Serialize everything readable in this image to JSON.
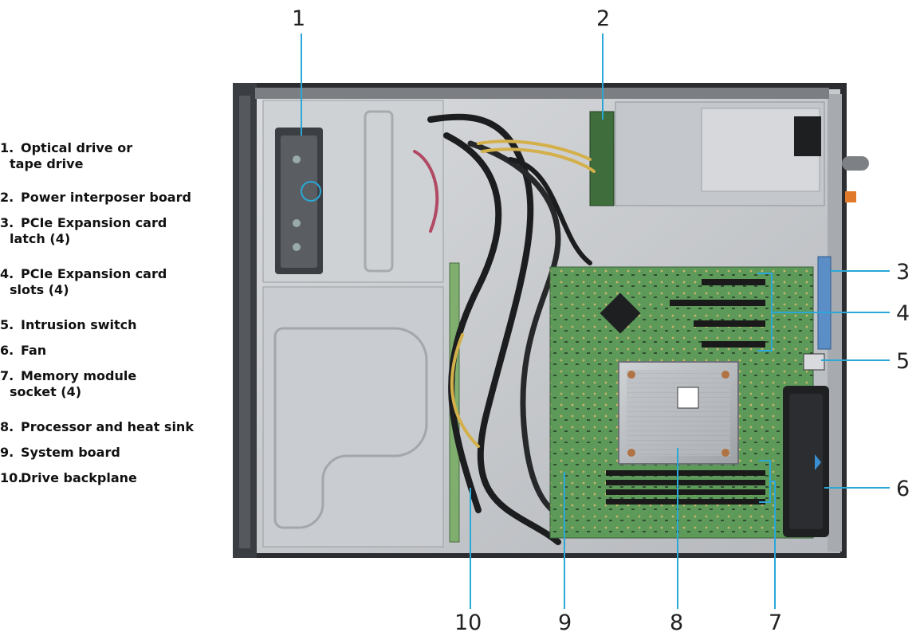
{
  "callouts": [
    "1",
    "2",
    "3",
    "4",
    "5",
    "6",
    "7",
    "8",
    "9",
    "10"
  ],
  "legend": [
    {
      "num": "1.",
      "lines": [
        "Optical drive or",
        "tape drive"
      ]
    },
    {
      "num": "2.",
      "lines": [
        "Power interposer board"
      ]
    },
    {
      "num": "3.",
      "lines": [
        "PCIe Expansion card",
        "latch (4)"
      ]
    },
    {
      "num": "4.",
      "lines": [
        "PCIe Expansion card",
        "slots (4)"
      ]
    },
    {
      "num": "5.",
      "lines": [
        "Intrusion switch"
      ]
    },
    {
      "num": "6.",
      "lines": [
        "Fan"
      ]
    },
    {
      "num": "7.",
      "lines": [
        "Memory module",
        "socket (4)"
      ]
    },
    {
      "num": "8.",
      "lines": [
        "Processor and heat sink"
      ]
    },
    {
      "num": "9.",
      "lines": [
        "System board"
      ]
    },
    {
      "num": "10.",
      "lines": [
        "Drive backplane"
      ]
    }
  ],
  "colors": {
    "leader": "#2aa8d8",
    "chassis": "#c9ccd0",
    "board": "#5a9a58",
    "heatsink": "#b8bcc0"
  }
}
